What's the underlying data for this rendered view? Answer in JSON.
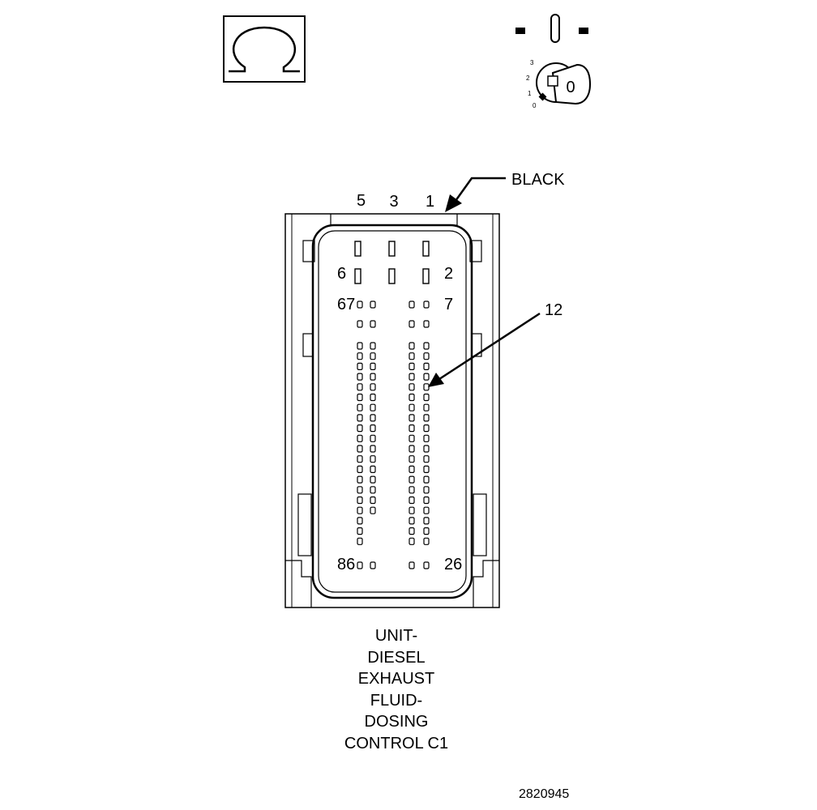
{
  "header": {
    "ohm_symbol": "Ω",
    "key_position_marks": [
      "3",
      "2",
      "1",
      "0"
    ],
    "key_face_label": "0"
  },
  "connector": {
    "color_callout": "BLACK",
    "pin_labels": {
      "p5": "5",
      "p3": "3",
      "p1": "1",
      "p6": "6",
      "p2": "2",
      "p67": "67",
      "p7": "7",
      "p86": "86",
      "p26": "26"
    },
    "pointer_label": "12"
  },
  "caption": {
    "lines": [
      "UNIT-",
      "DIESEL",
      "EXHAUST",
      "FLUID-",
      "DOSING",
      "CONTROL C1"
    ]
  },
  "figure_number": "2820945"
}
